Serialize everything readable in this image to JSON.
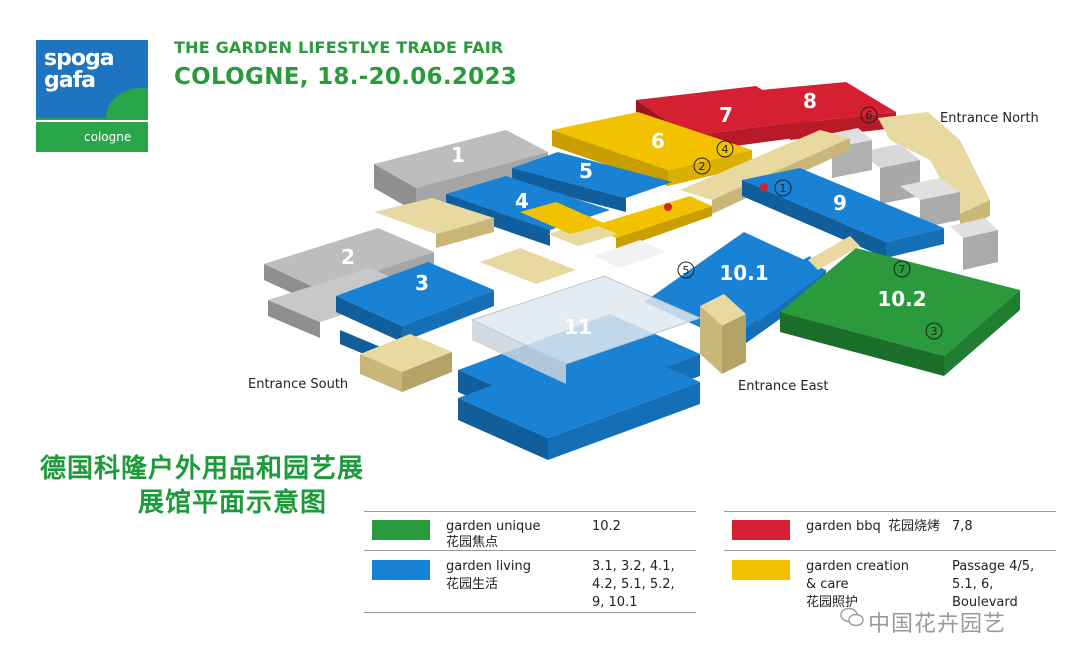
{
  "logo": {
    "line1": "spoga",
    "line2": "gafa",
    "city": "cologne"
  },
  "header": {
    "title": "THE GARDEN LIFESTLYE TRADE FAIR",
    "date": "COLOGNE, 18.-20.06.2023"
  },
  "chinese_title": {
    "line1": "德国科隆户外用品和园艺展",
    "line2": "展馆平面示意图"
  },
  "halls": {
    "h1": "1",
    "h2": "2",
    "h3": "3",
    "h4": "4",
    "h5": "5",
    "h6": "6",
    "h7": "7",
    "h8": "8",
    "h9": "9",
    "h10_1": "10.1",
    "h10_2": "10.2",
    "h11": "11"
  },
  "entrances": {
    "north": "Entrance North",
    "south": "Entrance South",
    "east": "Entrance East"
  },
  "markers": {
    "m1": "1",
    "m2": "2",
    "m3": "3",
    "m4": "4",
    "m5": "5",
    "m6": "6",
    "m7": "7"
  },
  "legend": {
    "unique": {
      "en": "garden unique",
      "cn": "花园焦点",
      "halls": "10.2",
      "color": "#2a9a3c"
    },
    "living": {
      "en": "garden living",
      "cn": "花园生活",
      "halls_l1": "3.1, 3.2, 4.1,",
      "halls_l2": "4.2, 5.1, 5.2,",
      "halls_l3": "9, 10.1",
      "color": "#1a82d4"
    },
    "bbq": {
      "en": "garden bbq",
      "cn": "花园烧烤",
      "halls": "7,8",
      "color": "#d42030"
    },
    "creation": {
      "en_l1": "garden creation",
      "en_l2": "& care",
      "cn": "花园照护",
      "halls_l1": "Passage 4/5,",
      "halls_l2": "5.1, 6,",
      "halls_l3": "Boulevard",
      "color": "#f2c200"
    }
  },
  "watermark": "中国花卉园艺"
}
